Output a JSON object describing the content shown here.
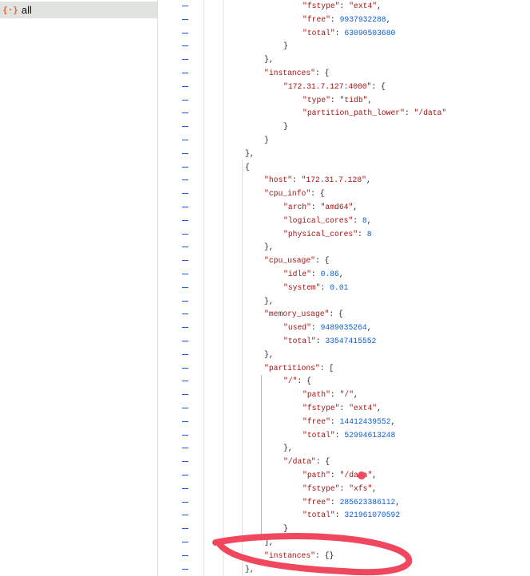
{
  "sidebar": {
    "item": {
      "icon": "json-braces-icon",
      "icon_glyph": "{·}",
      "label": "all"
    }
  },
  "colors": {
    "key": "#a31515",
    "number": "#0b5fd6",
    "annotation": "#f0475e"
  },
  "lines": [
    {
      "i": 6,
      "k": "fstype",
      "v": "\"ext4\"",
      "t": "s",
      "p": ","
    },
    {
      "i": 6,
      "k": "free",
      "v": "9937932288",
      "t": "n",
      "p": ","
    },
    {
      "i": 6,
      "k": "total",
      "v": "63090503680",
      "t": "n",
      "p": ""
    },
    {
      "i": 5,
      "p": "}"
    },
    {
      "i": 4,
      "p": "},"
    },
    {
      "i": 4,
      "k": "instances",
      "p": ": {"
    },
    {
      "i": 5,
      "k": "172.31.7.127:4000",
      "p": ": {"
    },
    {
      "i": 6,
      "k": "type",
      "v": "\"tidb\"",
      "t": "s",
      "p": ","
    },
    {
      "i": 6,
      "k": "partition_path_lower",
      "v": "\"/data\"",
      "t": "s",
      "p": ""
    },
    {
      "i": 5,
      "p": "}"
    },
    {
      "i": 4,
      "p": "}"
    },
    {
      "i": 3,
      "p": "},"
    },
    {
      "i": 3,
      "p": "{"
    },
    {
      "i": 4,
      "k": "host",
      "v": "\"172.31.7.128\"",
      "t": "s",
      "p": ","
    },
    {
      "i": 4,
      "k": "cpu_info",
      "p": ": {"
    },
    {
      "i": 5,
      "k": "arch",
      "v": "\"amd64\"",
      "t": "s",
      "p": ","
    },
    {
      "i": 5,
      "k": "logical_cores",
      "v": "8",
      "t": "n",
      "p": ","
    },
    {
      "i": 5,
      "k": "physical_cores",
      "v": "8",
      "t": "n",
      "p": ""
    },
    {
      "i": 4,
      "p": "},"
    },
    {
      "i": 4,
      "k": "cpu_usage",
      "p": ": {"
    },
    {
      "i": 5,
      "k": "idle",
      "v": "0.86",
      "t": "n",
      "p": ","
    },
    {
      "i": 5,
      "k": "system",
      "v": "0.01",
      "t": "n",
      "p": ""
    },
    {
      "i": 4,
      "p": "},"
    },
    {
      "i": 4,
      "k": "memory_usage",
      "p": ": {"
    },
    {
      "i": 5,
      "k": "used",
      "v": "9489035264",
      "t": "n",
      "p": ","
    },
    {
      "i": 5,
      "k": "total",
      "v": "33547415552",
      "t": "n",
      "p": ""
    },
    {
      "i": 4,
      "p": "},"
    },
    {
      "i": 4,
      "k": "partitions",
      "p": ": ["
    },
    {
      "i": 5,
      "k": "/",
      "p": ": {"
    },
    {
      "i": 6,
      "k": "path",
      "v": "\"/\"",
      "t": "s",
      "p": ","
    },
    {
      "i": 6,
      "k": "fstype",
      "v": "\"ext4\"",
      "t": "s",
      "p": ","
    },
    {
      "i": 6,
      "k": "free",
      "v": "14412439552",
      "t": "n",
      "p": ","
    },
    {
      "i": 6,
      "k": "total",
      "v": "52994613248",
      "t": "n",
      "p": ""
    },
    {
      "i": 5,
      "p": "},"
    },
    {
      "i": 5,
      "k": "/data",
      "p": ": {"
    },
    {
      "i": 6,
      "k": "path",
      "v": "\"/data\"",
      "t": "s",
      "p": ","
    },
    {
      "i": 6,
      "k": "fstype",
      "v": "\"xfs\"",
      "t": "s",
      "p": ","
    },
    {
      "i": 6,
      "k": "free",
      "v": "285623386112",
      "t": "n",
      "p": ","
    },
    {
      "i": 6,
      "k": "total",
      "v": "321961070592",
      "t": "n",
      "p": ""
    },
    {
      "i": 5,
      "p": "}"
    },
    {
      "i": 4,
      "p": "],"
    },
    {
      "i": 4,
      "k": "instances",
      "v": "{}",
      "t": "p",
      "p": ""
    },
    {
      "i": 3,
      "p": "},"
    }
  ]
}
